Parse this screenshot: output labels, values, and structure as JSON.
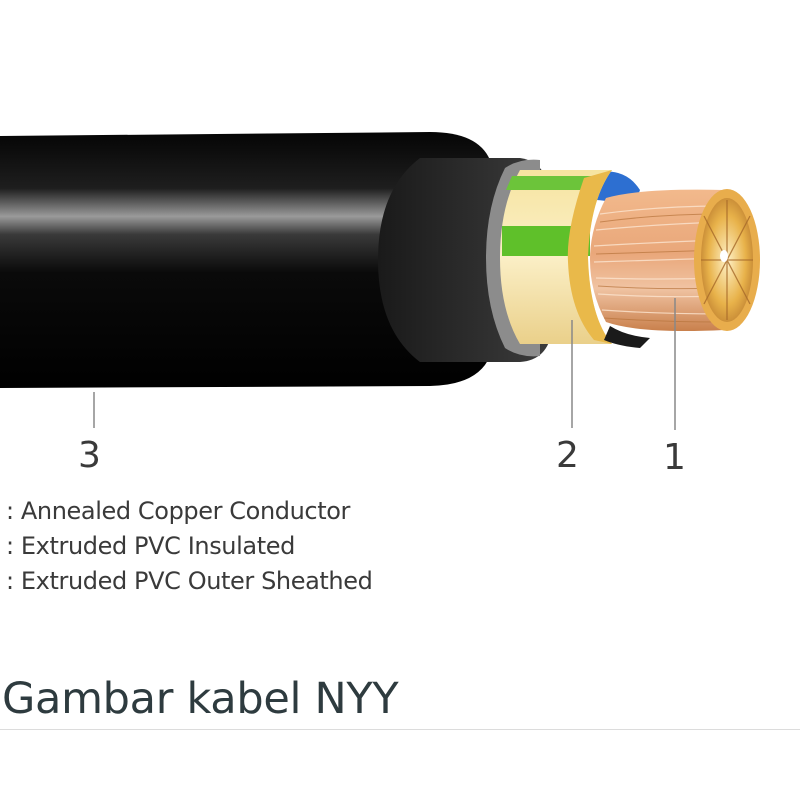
{
  "callouts": {
    "one": "1",
    "two": "2",
    "three": "3"
  },
  "legend": [
    {
      "text": ": Annealed Copper Conductor"
    },
    {
      "text": ": Extruded PVC Insulated"
    },
    {
      "text": ": Extruded PVC Outer Sheathed"
    }
  ],
  "caption": "Gambar kabel NYY",
  "colors": {
    "sheath": "#0c0c0c",
    "inner_sheath": "#2a2a2a",
    "grey_ring": "#8c8c8c",
    "insulation_yellow": "#f3d77a",
    "insulation_green": "#5fc02a",
    "insulation_blue": "#2d6fd1",
    "copper": "#e6a06a",
    "copper_dark": "#b8743c",
    "text": "#3a3a3a",
    "caption_text": "#2e3b3f"
  }
}
